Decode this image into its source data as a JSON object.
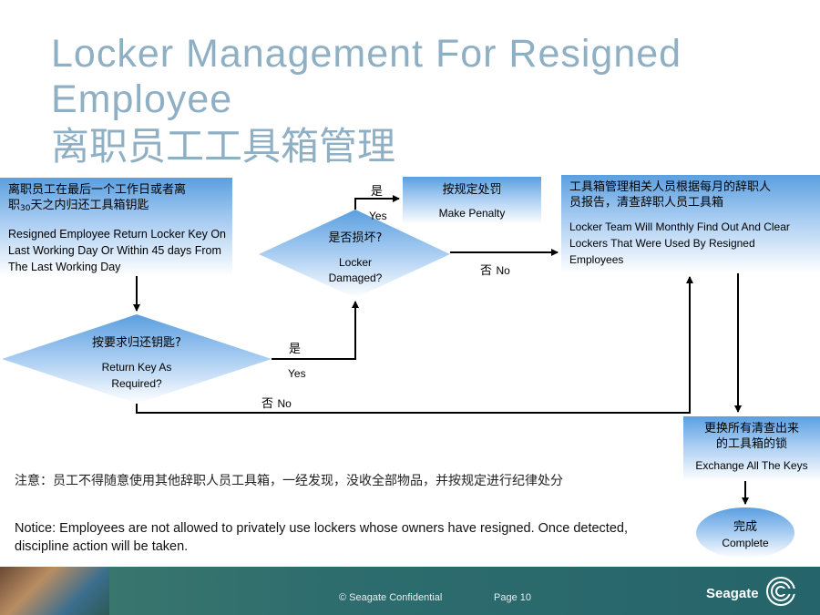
{
  "title": {
    "line1": "Locker Management For Resigned",
    "line2": "Employee",
    "chinese": "离职员工工具箱管理"
  },
  "nodes": {
    "start": {
      "cn_line1": "离职员工在最后一个工作日或者离",
      "cn_line2_a": "职",
      "cn_line2_sub": "30",
      "cn_line2_b": "天之内归还工具箱钥匙",
      "en_line1": "Resigned Employee Return Locker Key On",
      "en_line2": "Last Working Day Or Within 45 days From",
      "en_line3": "The Last Working Day"
    },
    "decision_return": {
      "cn": "按要求归还钥匙?",
      "en_line1": "Return Key As",
      "en_line2": "Required?"
    },
    "decision_damaged": {
      "cn": "是否损坏?",
      "en_line1": "Locker",
      "en_line2": "Damaged?"
    },
    "penalty": {
      "cn": "按规定处罚",
      "en": "Make Penalty"
    },
    "locker_team": {
      "cn_line1": "工具箱管理相关人员根据每月的辞职人",
      "cn_line2": "员报告，清查辞职人员工具箱",
      "en_line1": "Locker Team Will Monthly Find Out And Clear",
      "en_line2": "Lockers That Were Used By Resigned",
      "en_line3": "Employees"
    },
    "exchange": {
      "cn_line1": "更换所有清查出来",
      "cn_line2": "的工具箱的锁",
      "en": "Exchange All The Keys"
    },
    "complete": {
      "cn": "完成",
      "en": "Complete"
    }
  },
  "edge_labels": {
    "yes_cn": "是",
    "yes_en": "Yes",
    "no_cn": "否",
    "no_en": "No"
  },
  "notice": {
    "cn": "注意：员工不得随意使用其他辞职人员工具箱，一经发现，没收全部物品，并按规定进行纪律处分",
    "en": "Notice: Employees are not allowed to privately use lockers whose owners have resigned. Once detected, discipline action will be taken."
  },
  "footer": {
    "confidential": "© Seagate Confidential",
    "page": "Page 10",
    "logo": "Seagate"
  },
  "colors": {
    "title": "#8fb0c4",
    "box_top": "#5b9fe0",
    "footer": "#2e6d6e"
  }
}
